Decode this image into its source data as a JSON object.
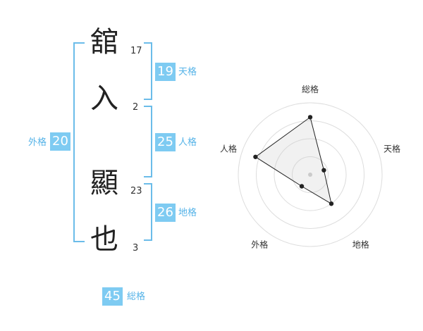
{
  "name": {
    "chars": [
      {
        "char": "舘",
        "strokes": "17"
      },
      {
        "char": "入",
        "strokes": "2"
      },
      {
        "char": "顯",
        "strokes": "23"
      },
      {
        "char": "也",
        "strokes": "3"
      }
    ]
  },
  "fortunes": {
    "ten": {
      "value": "19",
      "label": "天格"
    },
    "jin": {
      "value": "25",
      "label": "人格"
    },
    "chi": {
      "value": "26",
      "label": "地格"
    },
    "gai": {
      "value": "20",
      "label": "外格"
    },
    "sou": {
      "value": "45",
      "label": "総格"
    }
  },
  "colors": {
    "badge": "#7ecbf2",
    "bracket": "#6bbce9",
    "label": "#55b3e8"
  },
  "chart_data": {
    "type": "radar",
    "axes": [
      "総格",
      "天格",
      "地格",
      "外格",
      "人格"
    ],
    "values": [
      0.8,
      0.2,
      0.5,
      0.2,
      0.8
    ],
    "range": [
      0,
      1
    ],
    "rings": 4,
    "grid": true
  }
}
